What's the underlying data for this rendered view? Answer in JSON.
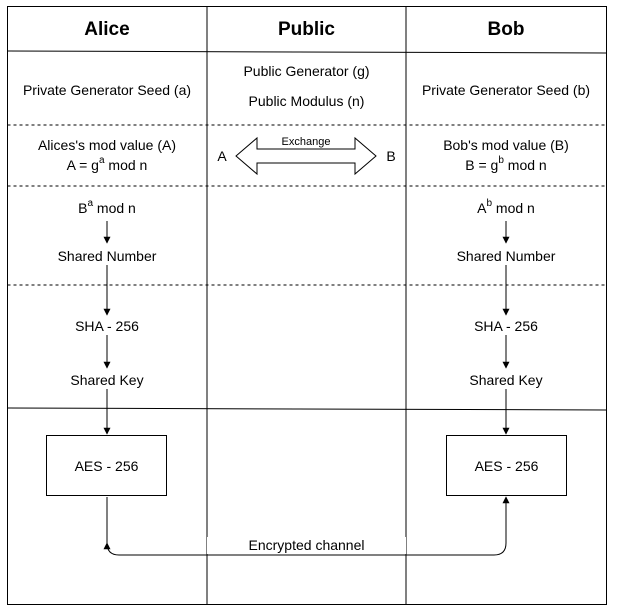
{
  "columns": {
    "alice": "Alice",
    "public": "Public",
    "bob": "Bob"
  },
  "row1": {
    "alice": "Private Generator Seed (a)",
    "public_generator": "Public Generator (g)",
    "public_modulus": "Public Modulus (n)",
    "bob": "Private Generator Seed (b)"
  },
  "row2": {
    "alice_title": "Alices's mod value (A)",
    "alice_formula": {
      "lhs": "A = g",
      "sup": "a",
      "rhs": " mod n"
    },
    "exchange_label": "Exchange",
    "exchange_left": "A",
    "exchange_right": "B",
    "bob_title": "Bob's mod value (B)",
    "bob_formula": {
      "lhs": "B = g",
      "sup": "b",
      "rhs": " mod n"
    }
  },
  "row3": {
    "alice_expr": {
      "base": "B",
      "sup": "a",
      "rest": " mod n"
    },
    "bob_expr": {
      "base": "A",
      "sup": "b",
      "rest": " mod n"
    },
    "alice_shared": "Shared Number",
    "bob_shared": "Shared Number"
  },
  "row4": {
    "alice_hash": "SHA - 256",
    "alice_key": "Shared Key",
    "bob_hash": "SHA - 256",
    "bob_key": "Shared Key"
  },
  "row5": {
    "alice_cipher": "AES - 256",
    "bob_cipher": "AES - 256",
    "channel_label": "Encrypted channel"
  }
}
